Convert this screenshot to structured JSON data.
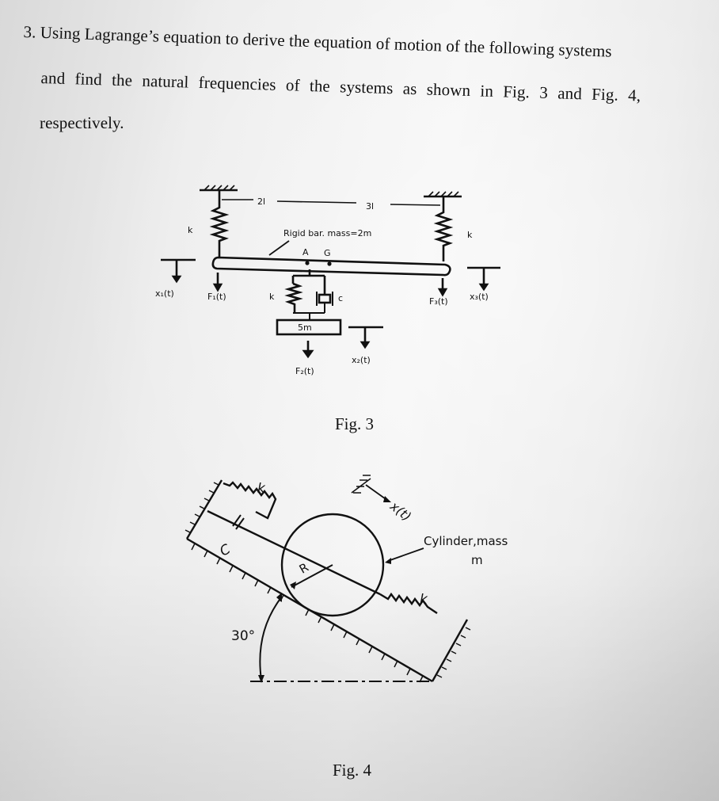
{
  "question": {
    "number": "3.",
    "line1": "Using Lagrange’s equation to derive the equation of motion of the following systems",
    "line2": "and find the natural frequencies of the systems as shown in Fig. 3 and Fig. 4,",
    "line3": "respectively."
  },
  "fig3": {
    "caption": "Fig. 3",
    "labels": {
      "dim_left": "2l",
      "dim_right": "3l",
      "k_left": "k",
      "k_right": "k",
      "k_middle": "k",
      "damper": "c",
      "bar": "Rigid bar. mass=2m",
      "point_a": "A",
      "point_g": "G",
      "mass": "5m",
      "x1": "x₁(t)",
      "x2": "x₂(t)",
      "x3": "x₃(t)",
      "f1": "F₁(t)",
      "f2": "F₂(t)",
      "f3": "F₃(t)"
    }
  },
  "fig4": {
    "caption": "Fig. 4",
    "labels": {
      "k_top": "k",
      "k_bottom": "k",
      "damper": "C",
      "radius": "R",
      "displacement": "x(t)",
      "cylinder_line1": "Cylinder,mass",
      "cylinder_line2": "m",
      "angle": "30°"
    }
  }
}
